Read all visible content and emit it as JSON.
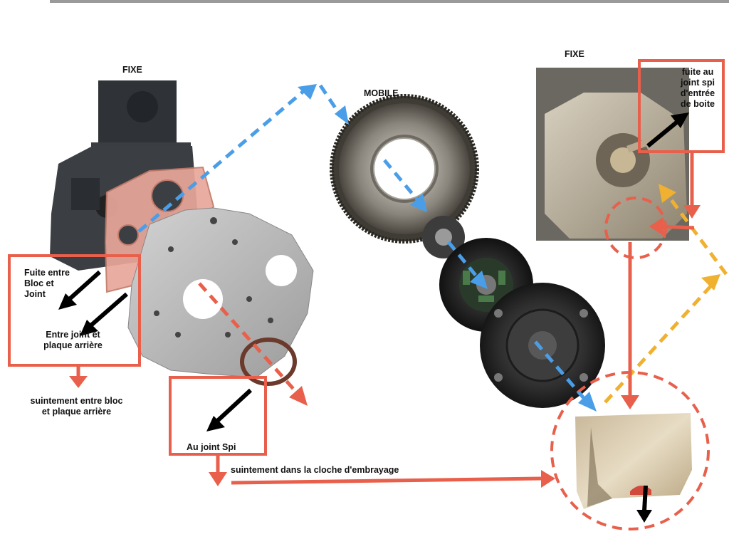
{
  "labels": {
    "fixe_left": "FIXE",
    "mobile": "MOBILE",
    "fixe_right": "FIXE",
    "fuite_bloc_1": "Fuite entre",
    "fuite_bloc_2": "Bloc et",
    "fuite_bloc_3": "Joint",
    "entre_joint_1": "Entre joint et",
    "entre_joint_2": "plaque arrière",
    "suintement_bloc_1": "suintement entre bloc",
    "suintement_bloc_2": "et plaque arrière",
    "joint_spi": "Au joint Spi",
    "suintement_cloche": "suintement dans la cloche d'embrayage",
    "fuite_boite_1": "fuite au",
    "fuite_boite_2": "joint spi",
    "fuite_boite_3": "d'entrée",
    "fuite_boite_4": "de boite"
  },
  "colors": {
    "red_arrow": "#e8604c",
    "blue_arrow": "#4a9ee8",
    "orange_arrow": "#f0b030",
    "black_arrow": "#000000"
  },
  "icons": {
    "engine_block": "engine-block-photo",
    "gasket": "gasket-photo",
    "back_plate": "back-plate-photo",
    "seal_ring": "seal-ring-photo",
    "flywheel": "flywheel-photo",
    "clutch_disc": "clutch-disc-photo",
    "pressure_plate": "pressure-plate-photo",
    "gearbox_bell": "gearbox-bell-photo",
    "bell_housing_bottom": "bell-housing-bottom-photo"
  }
}
